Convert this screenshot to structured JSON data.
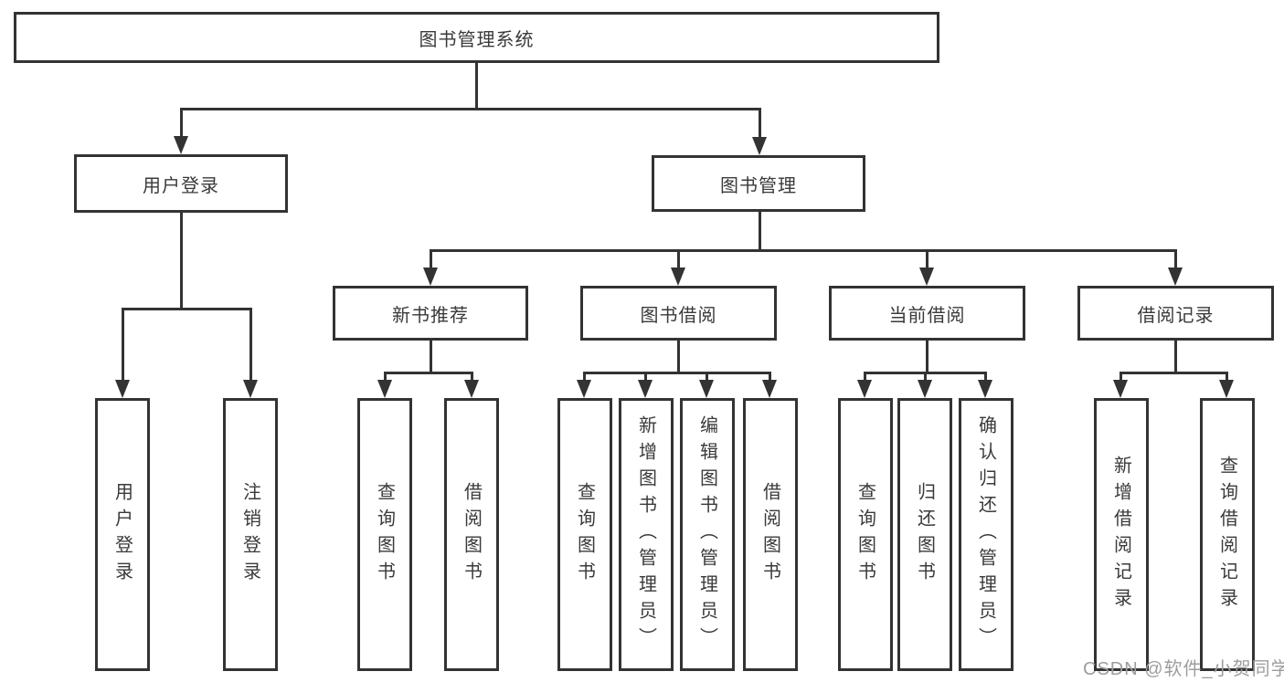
{
  "diagram": {
    "root": "图书管理系统",
    "branches": {
      "user_login": {
        "label": "用户登录",
        "leaves": [
          "用户登录",
          "注销登录"
        ]
      },
      "book_mgmt": {
        "label": "图书管理",
        "sections": {
          "new_books": {
            "label": "新书推荐",
            "leaves": [
              "查询图书",
              "借阅图书"
            ]
          },
          "book_borrow": {
            "label": "图书借阅",
            "leaves": [
              "查询图书",
              "新增图书（管理员）",
              "编辑图书（管理员）",
              "借阅图书"
            ]
          },
          "current_borrow": {
            "label": "当前借阅",
            "leaves": [
              "查询图书",
              "归还图书",
              "确认归还（管理员）"
            ]
          },
          "borrow_records": {
            "label": "借阅记录",
            "leaves": [
              "新增借阅记录",
              "查询借阅记录"
            ]
          }
        }
      }
    }
  },
  "watermark": "CSDN @软件_小贺同学",
  "colors": {
    "line": "#333333",
    "box_border": "#333333",
    "text": "#3a3a3a",
    "watermark_text": "#9d9d9d",
    "background": "#ffffff"
  }
}
